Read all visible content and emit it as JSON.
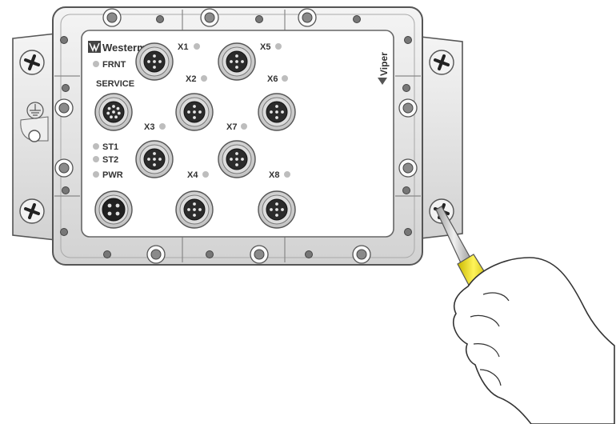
{
  "brand": {
    "logo_text": "Westermo",
    "model_text": "Viper"
  },
  "status_leds": {
    "frnt": "FRNT",
    "st1": "ST1",
    "st2": "ST2",
    "pwr": "PWR"
  },
  "service_port_label": "SERVICE",
  "ports": {
    "x1": "X1",
    "x2": "X2",
    "x3": "X3",
    "x4": "X4",
    "x5": "X5",
    "x6": "X6",
    "x7": "X7",
    "x8": "X8"
  },
  "colors": {
    "housing": "#e6e6e6",
    "front_panel": "#ffffff",
    "outline": "#555555",
    "led": "#bdbdbd",
    "screwdriver_handle": "#f2e200"
  }
}
